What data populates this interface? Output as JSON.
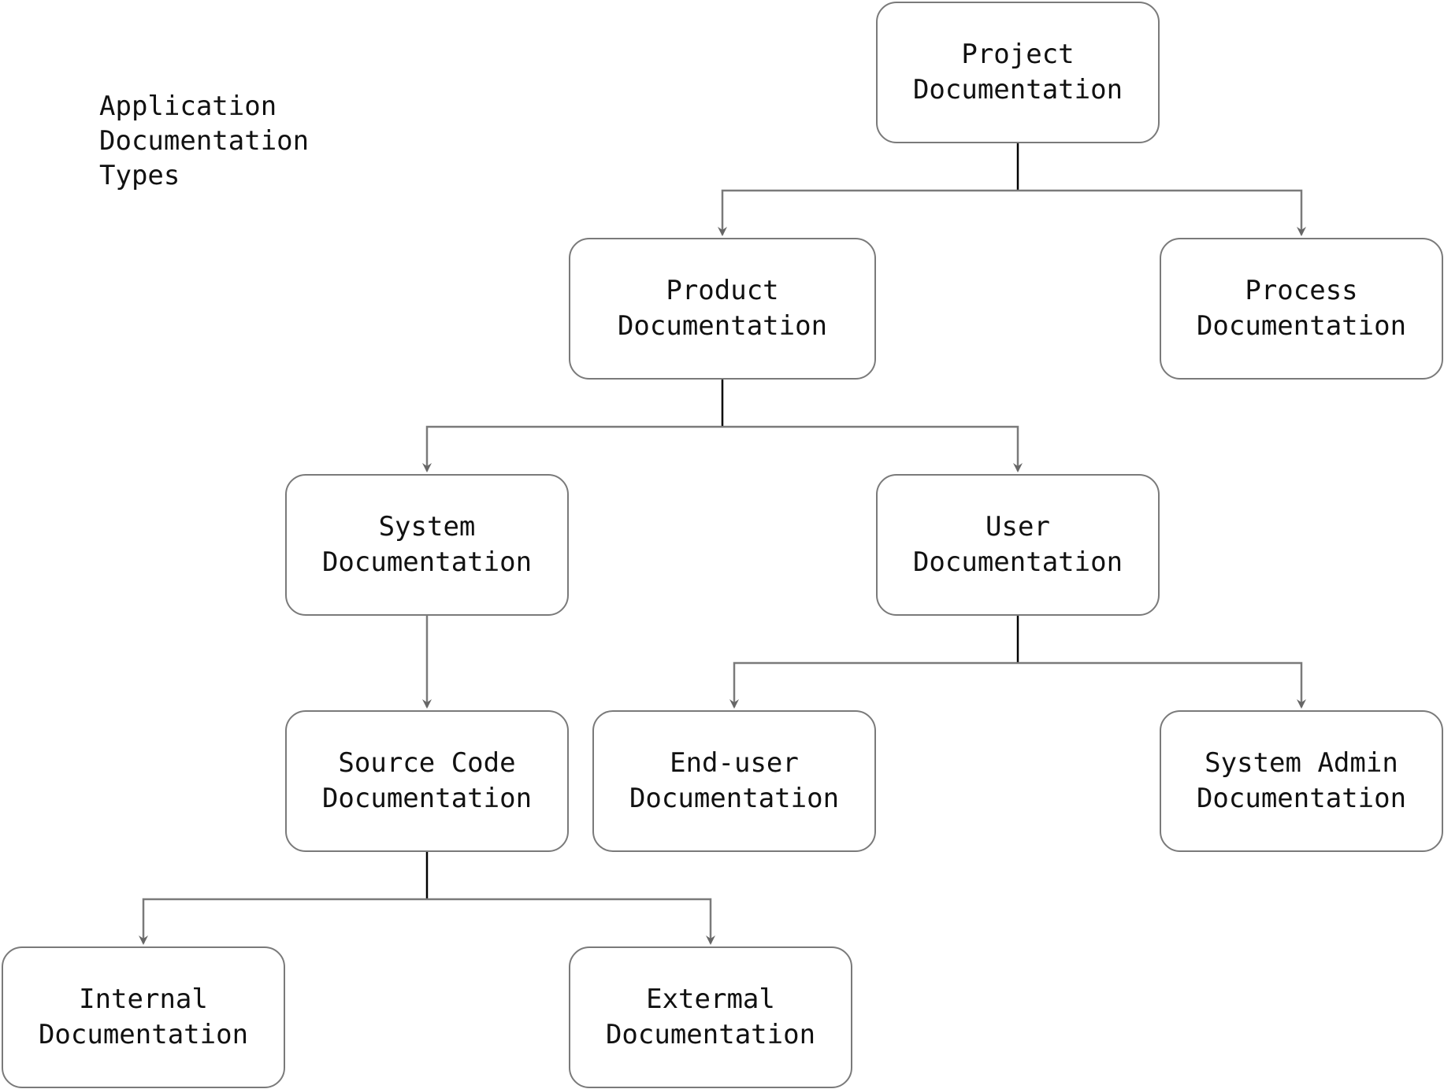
{
  "title": [
    "Application",
    "Documentation",
    "Types"
  ],
  "nodes": {
    "project": [
      "Project",
      "Documentation"
    ],
    "product": [
      "Product",
      "Documentation"
    ],
    "process": [
      "Process",
      "Documentation"
    ],
    "system": [
      "System",
      "Documentation"
    ],
    "user": [
      "User",
      "Documentation"
    ],
    "source_code": [
      "Source Code",
      "Documentation"
    ],
    "end_user": [
      "End-user",
      "Documentation"
    ],
    "system_admin": [
      "System Admin",
      "Documentation"
    ],
    "internal": [
      "Internal",
      "Documentation"
    ],
    "external": [
      "Extermal",
      "Documentation"
    ]
  },
  "edges": [
    {
      "from": "project",
      "to": "product"
    },
    {
      "from": "project",
      "to": "process"
    },
    {
      "from": "product",
      "to": "system"
    },
    {
      "from": "product",
      "to": "user"
    },
    {
      "from": "system",
      "to": "source_code"
    },
    {
      "from": "user",
      "to": "end_user"
    },
    {
      "from": "user",
      "to": "system_admin"
    },
    {
      "from": "source_code",
      "to": "internal"
    },
    {
      "from": "source_code",
      "to": "external"
    }
  ],
  "colors": {
    "border": "#7a7a7a",
    "trunk": "#000000",
    "text": "#111111"
  }
}
